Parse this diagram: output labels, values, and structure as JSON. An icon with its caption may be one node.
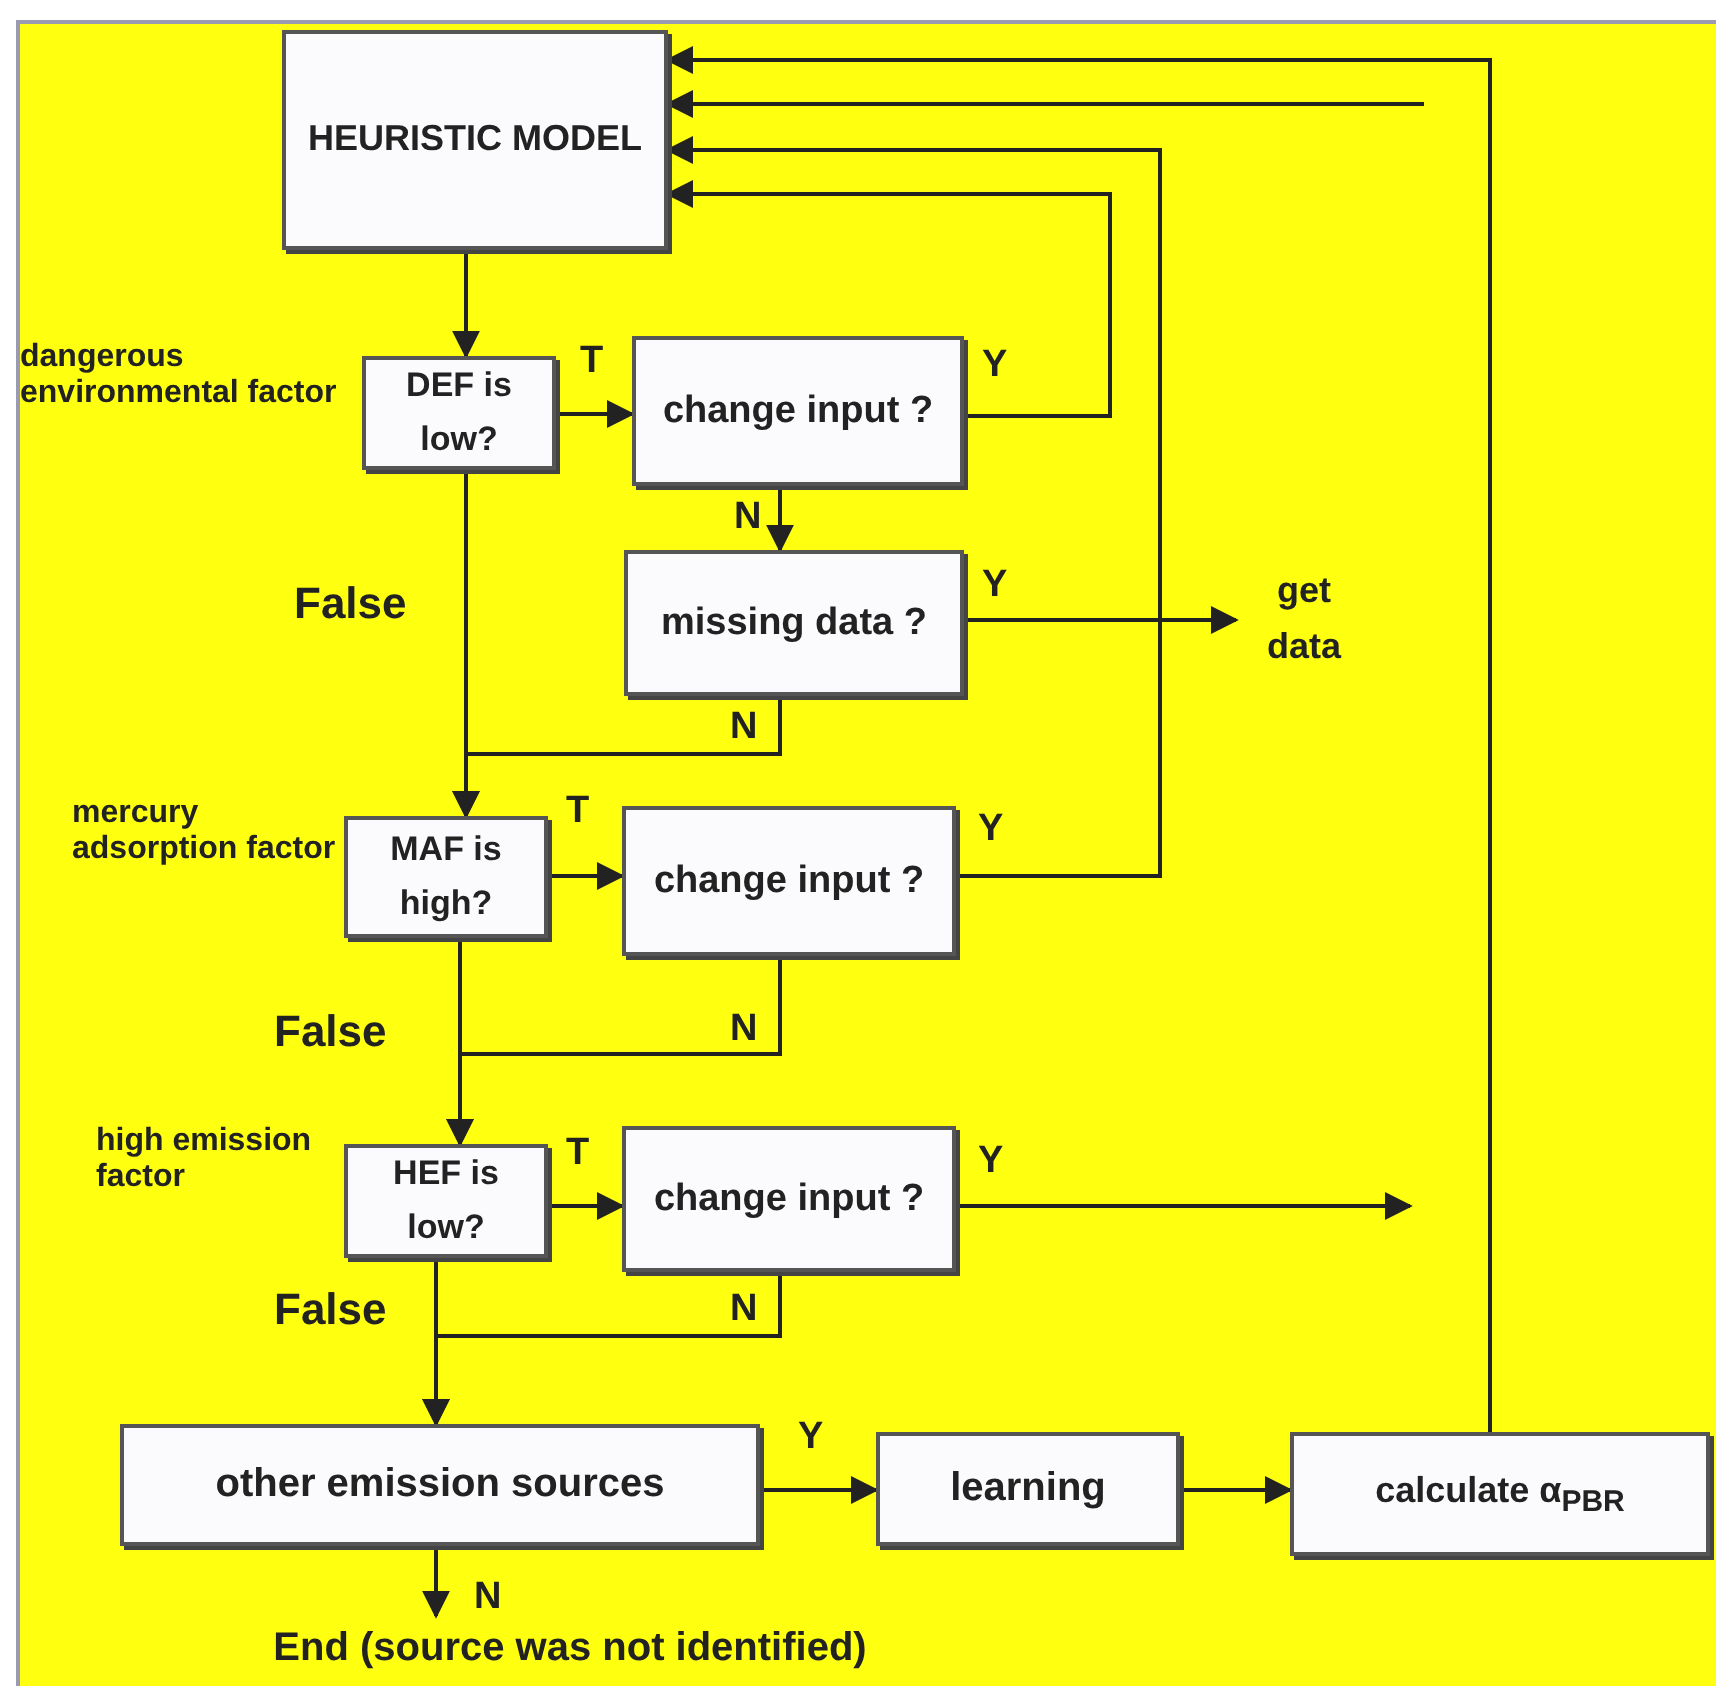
{
  "diagram": {
    "nodes": [
      {
        "text": [
          "HEURISTIC MODEL"
        ]
      },
      {
        "text": [
          "DEF is low?"
        ],
        "beside": [
          "dangerous environmental factor"
        ]
      },
      {
        "text": [
          "change input ?"
        ]
      },
      {
        "text": [
          "missing data ?"
        ]
      },
      {
        "text": [
          "get data"
        ]
      },
      {
        "text": [
          "MAF is high?"
        ],
        "beside": [
          "mercury adsorption factor"
        ]
      },
      {
        "text": [
          "change input ?"
        ]
      },
      {
        "text": [
          "HEF is low?"
        ],
        "beside": [
          "high emission factor"
        ]
      },
      {
        "text": [
          "change input ?"
        ]
      },
      {
        "text": [
          "other emission sources"
        ]
      },
      {
        "text": [
          "learning"
        ]
      },
      {
        "text": [
          "calculate α$_{PBR}$"
        ]
      },
      {
        "text": [
          "End (source was not identified)"
        ]
      }
    ],
    "edges": [
      {
        "from": 0,
        "to": 1,
        "arrow": "to"
      },
      {
        "from": 1,
        "to": 2,
        "arrow": "to",
        "label": "T"
      },
      {
        "from": 2,
        "to": 0,
        "arrow": "to",
        "label": "Y"
      },
      {
        "from": 2,
        "to": 3,
        "arrow": "to",
        "label": "N"
      },
      {
        "from": 3,
        "to": 4,
        "arrow": "to",
        "label": "Y"
      },
      {
        "from": 3,
        "to": 5,
        "arrow": "to",
        "label": "N"
      },
      {
        "from": 1,
        "to": 5,
        "arrow": "to",
        "label": "False"
      },
      {
        "from": 5,
        "to": 6,
        "arrow": "to",
        "label": "T"
      },
      {
        "from": 6,
        "to": 0,
        "arrow": "to",
        "label": "Y"
      },
      {
        "from": 6,
        "to": 7,
        "arrow": "to",
        "label": "N"
      },
      {
        "from": 5,
        "to": 7,
        "arrow": "to",
        "label": "False"
      },
      {
        "from": 7,
        "to": 8,
        "arrow": "to",
        "label": "T"
      },
      {
        "from": 8,
        "to": null,
        "arrow": "to",
        "label": "Y"
      },
      {
        "from": null,
        "to": 0,
        "arrow": "to"
      },
      {
        "from": 8,
        "to": 9,
        "arrow": "to",
        "label": "N"
      },
      {
        "from": 7,
        "to": 9,
        "arrow": "to",
        "label": "False"
      },
      {
        "from": 9,
        "to": 10,
        "arrow": "to",
        "label": "Y"
      },
      {
        "from": 10,
        "to": 11,
        "arrow": "to"
      },
      {
        "from": 11,
        "to": 0,
        "arrow": "to"
      },
      {
        "from": 9,
        "to": 12,
        "arrow": "to",
        "label": "N"
      }
    ]
  }
}
